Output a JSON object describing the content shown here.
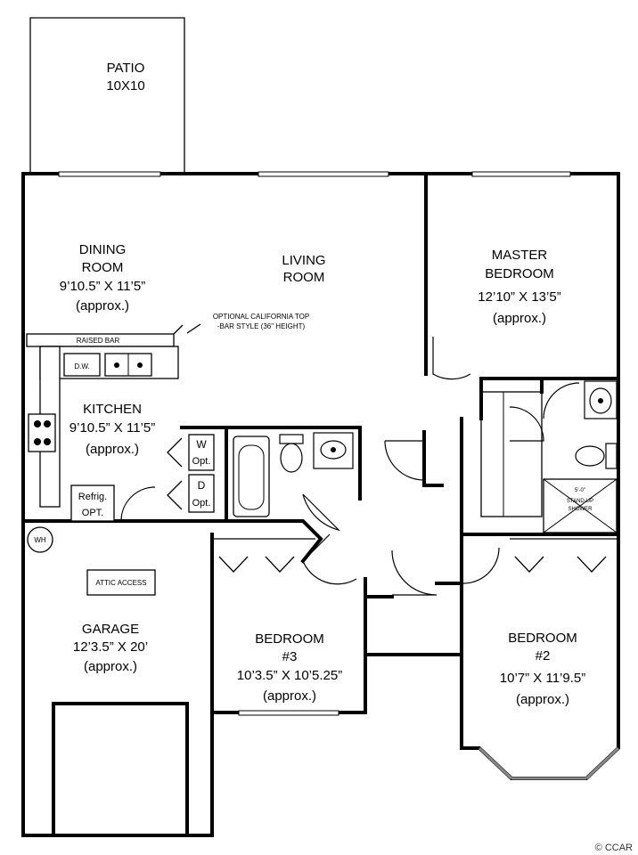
{
  "rooms": {
    "patio": {
      "name": "PATIO",
      "size": "10X10"
    },
    "dining": {
      "line1": "DINING",
      "line2": "ROOM",
      "size": "9’10.5” X 11’5”",
      "approx": "(approx.)"
    },
    "living": {
      "line1": "LIVING",
      "line2": "ROOM"
    },
    "master": {
      "line1": "MASTER",
      "line2": "BEDROOM",
      "size": "12’10” X 13’5”",
      "approx": "(approx.)"
    },
    "kitchen": {
      "name": "KITCHEN",
      "size": "9’10.5” X 11’5”",
      "approx": "(approx.)"
    },
    "garage": {
      "name": "GARAGE",
      "size": "12’3.5” X 20’",
      "approx": "(approx.)"
    },
    "bed3": {
      "line1": "BEDROOM",
      "line2": "#3",
      "size": "10’3.5” X 10’5.25”",
      "approx": "(approx.)"
    },
    "bed2": {
      "line1": "BEDROOM",
      "line2": "#2",
      "size": "10’7” X 11’9.5”",
      "approx": "(approx.)"
    }
  },
  "notes": {
    "california_line1": "OPTIONAL CALIFORNIA TOP",
    "california_line2": "-BAR STYLE (36\" HEIGHT)",
    "raised_bar": "RAISED BAR",
    "dw": "D.W.",
    "washer_w": "W",
    "washer_opt": "Opt.",
    "dryer_d": "D",
    "dryer_opt": "Opt.",
    "refrig": "Refrig.",
    "refrig_opt": "OPT.",
    "wh": "WH",
    "attic": "ATTIC ACCESS",
    "shower_size": "5'-0\"",
    "shower_line1": "STAND-UP",
    "shower_line2": "SHOWER"
  },
  "watermark": "© CCAR"
}
